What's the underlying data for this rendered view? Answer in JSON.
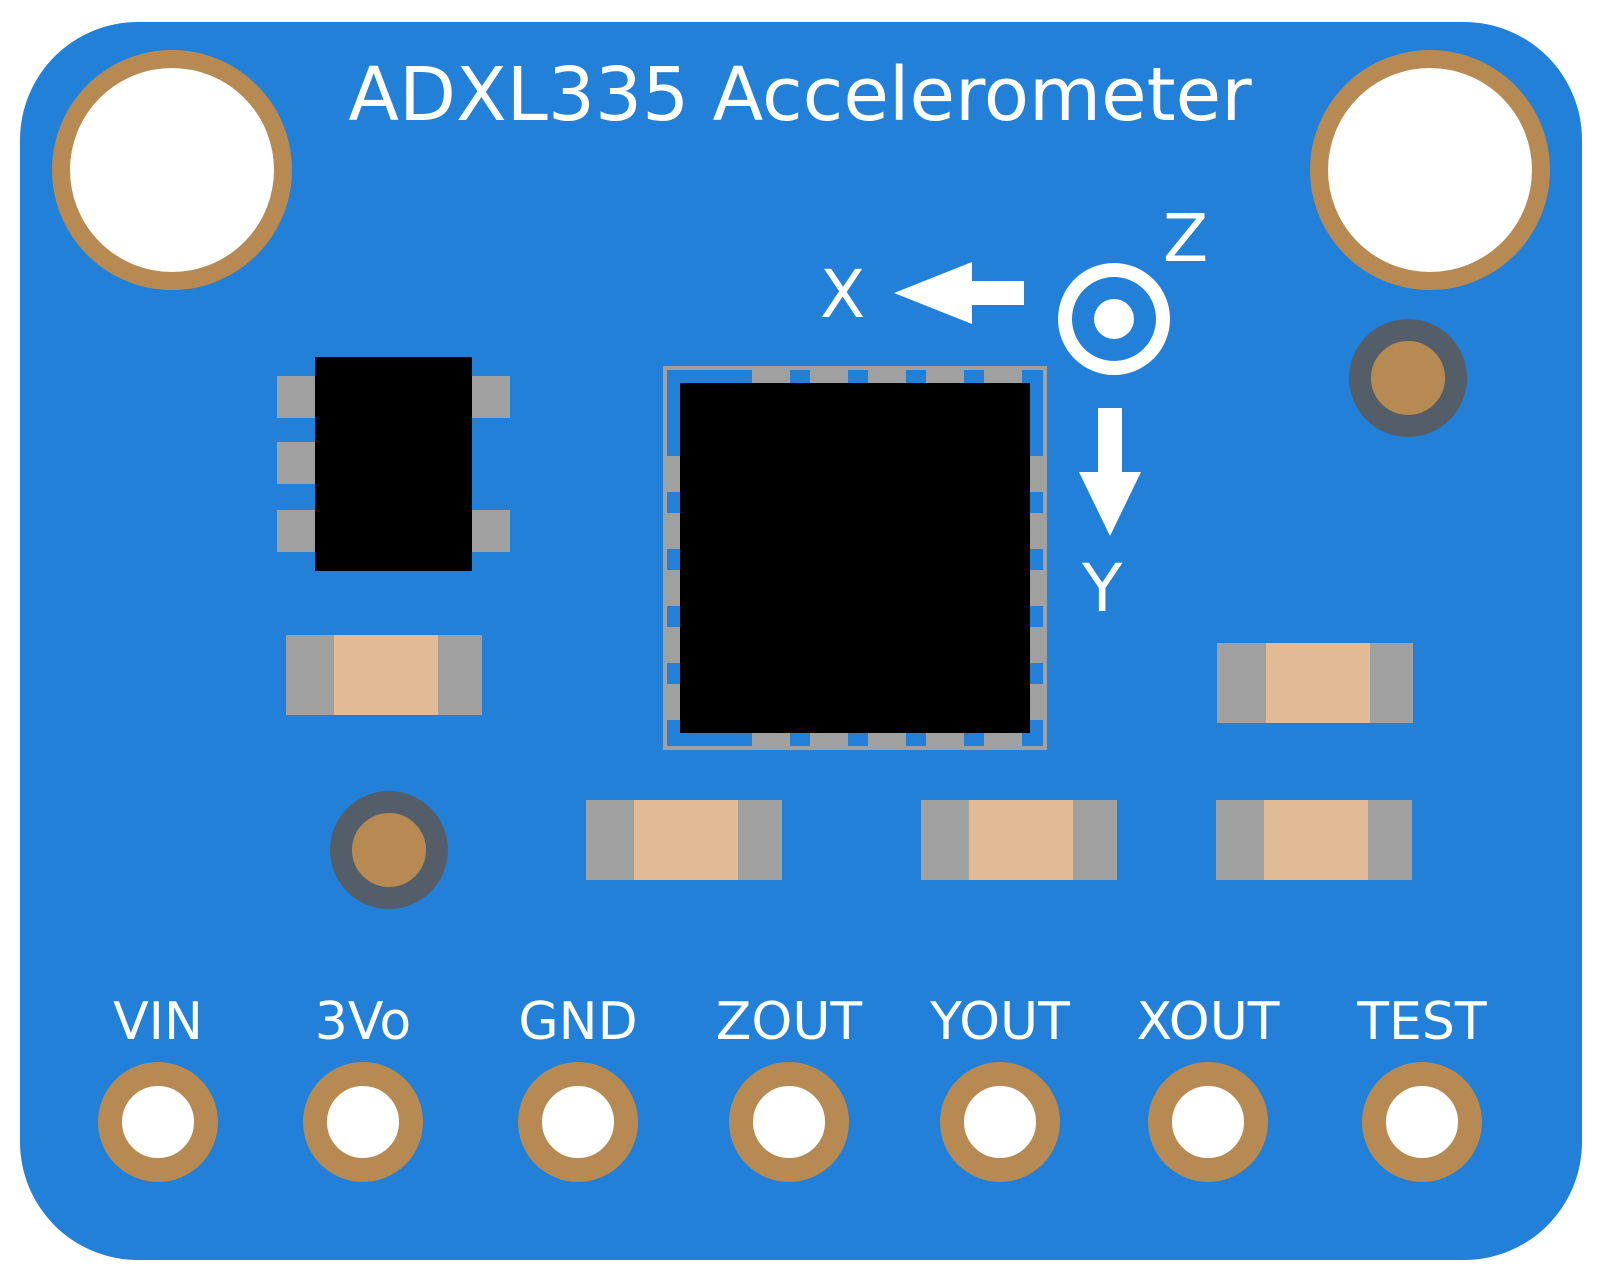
{
  "title": "ADXL335 Accelerometer",
  "axes": {
    "x": "X",
    "y": "Y",
    "z": "Z"
  },
  "pins": [
    "VIN",
    "3Vo",
    "GND",
    "ZOUT",
    "YOUT",
    "XOUT",
    "TEST"
  ],
  "colors": {
    "board": "#2280d8",
    "copper": "#b68a52",
    "hole": "#ffffff",
    "chip": "#000000",
    "pad": "#a0a0a0",
    "capacitor_body": "#e1ba96",
    "via_ring": "#545e69"
  },
  "icons": [
    "mounting-hole-icon",
    "via-icon",
    "ic-chip-icon",
    "capacitor-icon",
    "arrow-left-icon",
    "arrow-down-icon",
    "z-axis-dot-icon"
  ]
}
